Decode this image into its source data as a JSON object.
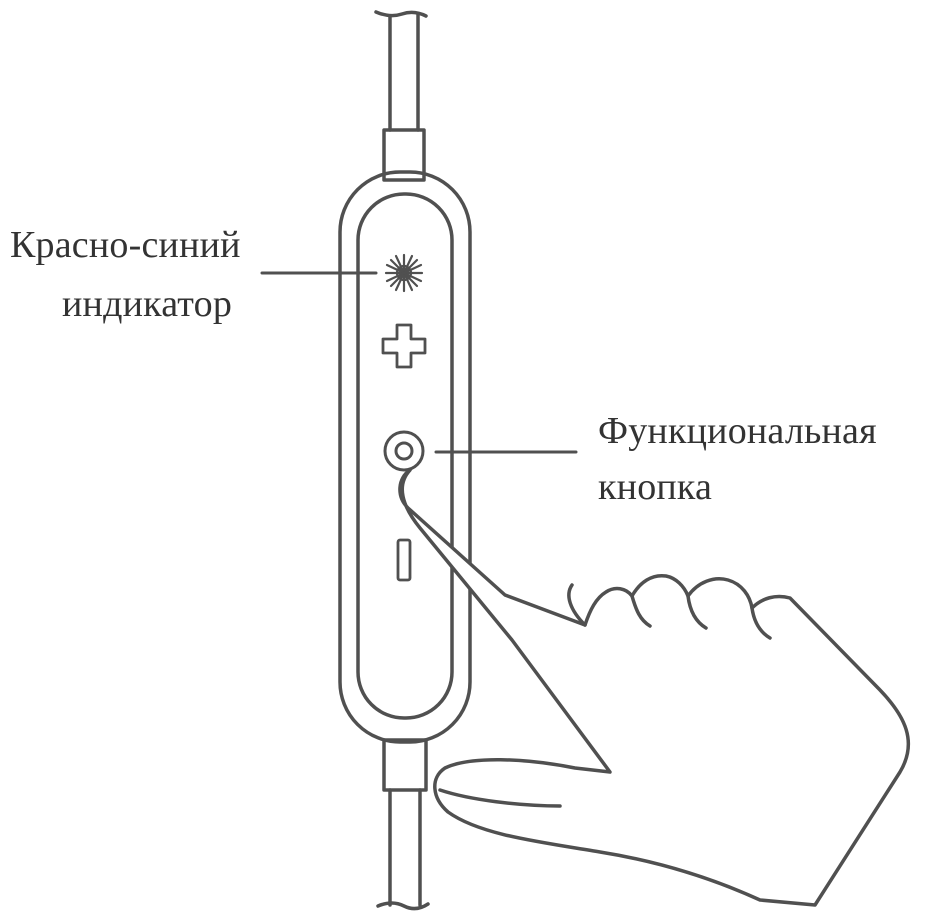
{
  "labels": {
    "indicator_line1": "Красно-синий",
    "indicator_line2": "индикатор",
    "function_line1": "Функциональная",
    "function_line2": "кнопка"
  },
  "colors": {
    "outline": "#505050",
    "text": "#333333",
    "background": "#ffffff"
  },
  "icons": {
    "indicator": "light-burst-icon",
    "volume_up": "plus-icon",
    "function": "ring-button-icon",
    "volume_down": "minus-icon"
  }
}
